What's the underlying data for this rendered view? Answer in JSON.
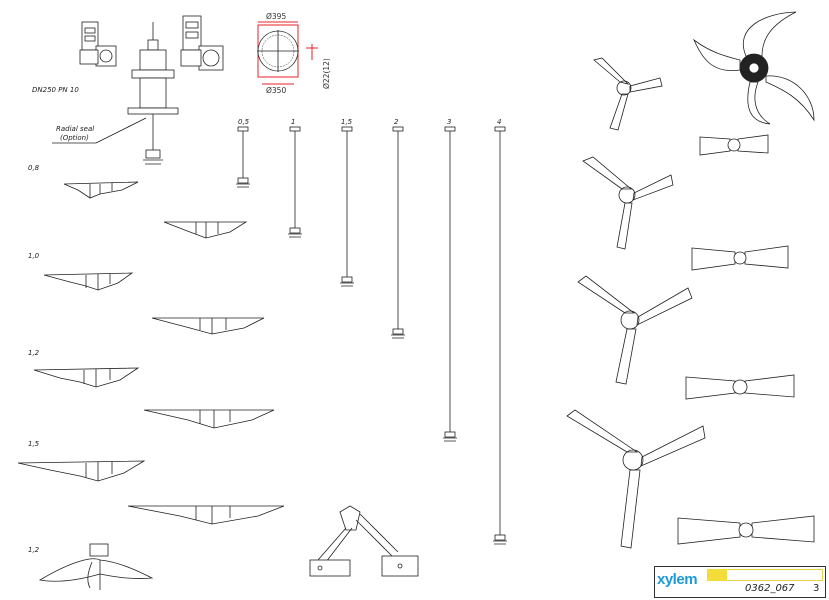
{
  "flange": {
    "outer_diameter": "Ø395",
    "bolt_circle_diameter": "Ø350",
    "hole_size": "Ø22(12)"
  },
  "flange_spec": "DN250 PN 10",
  "radial_seal": {
    "line1": "Radial seal",
    "line2": "(Option)"
  },
  "shaft_lengths": [
    "0,5",
    "1",
    "1,5",
    "2",
    "3",
    "4"
  ],
  "impeller_sizes": [
    "0,8",
    "1,0",
    "1,2",
    "1,5",
    "1,2"
  ],
  "title_block": {
    "brand": "xylem",
    "doc_number": "0362_067",
    "sheet": "3"
  },
  "colors": {
    "dimension_red": "#e8222a",
    "brand_blue": "#1c9bd8",
    "highlight_yellow": "#f2dd3a"
  }
}
